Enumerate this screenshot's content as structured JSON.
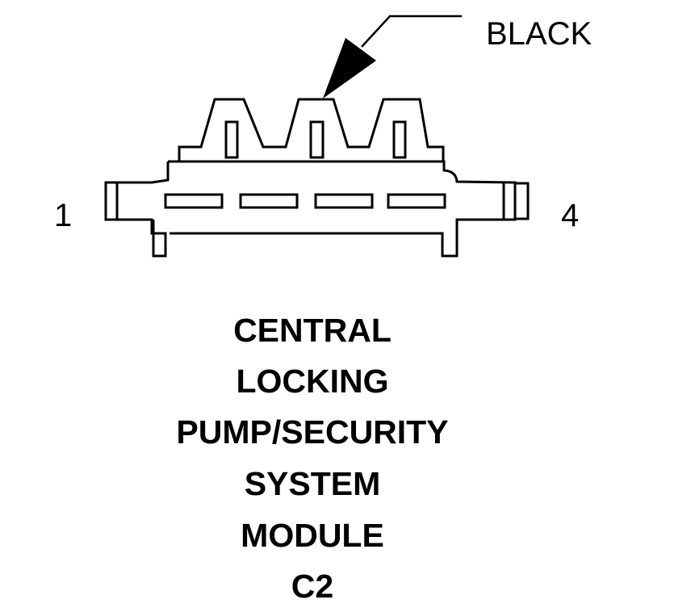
{
  "connector": {
    "wire_color_label": "BLACK",
    "pin_left_label": "1",
    "pin_right_label": "4",
    "pin_count": 4
  },
  "title": {
    "lines": [
      "CENTRAL",
      "LOCKING",
      "PUMP/SECURITY",
      "SYSTEM",
      "MODULE",
      "C2"
    ]
  },
  "colors": {
    "stroke": "#000000",
    "background": "#ffffff"
  }
}
